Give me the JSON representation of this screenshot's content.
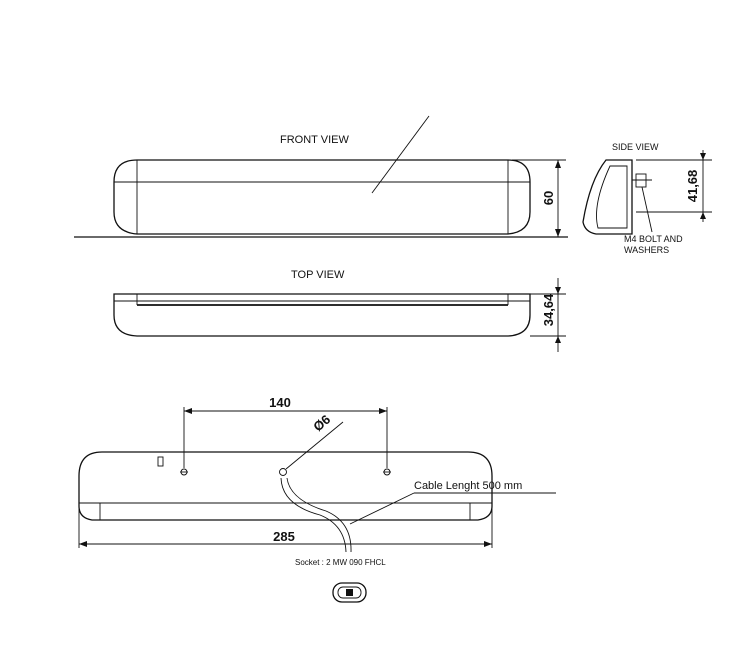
{
  "labels": {
    "front_view": "FRONT VIEW",
    "side_view": "SIDE VIEW",
    "top_view": "TOP VIEW",
    "bolt_line1": "M4 BOLT AND",
    "bolt_line2": "WASHERS",
    "cable": "Cable Lenght 500 mm",
    "socket": "Socket : 2 MW 090 FHCL"
  },
  "dimensions": {
    "front_height": "60",
    "side_height": "41,68",
    "top_depth": "34,64",
    "hole_spacing": "140",
    "hole_diameter": "Ø6",
    "total_length": "285"
  }
}
